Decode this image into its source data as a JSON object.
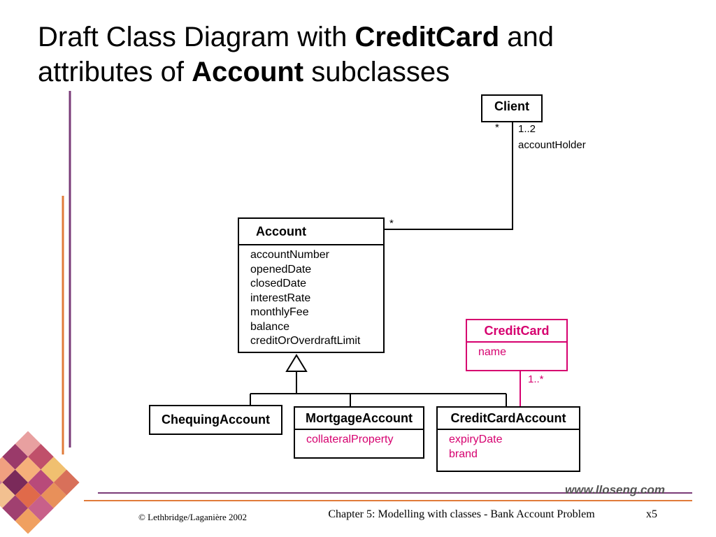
{
  "title": {
    "prefix": "Draft Class Diagram with ",
    "bold1": "CreditCard",
    "mid": " and",
    "line2": "attributes of ",
    "bold2": "Account",
    "suffix": " subclasses"
  },
  "classes": {
    "client": {
      "name": "Client"
    },
    "account": {
      "name": "Account",
      "attributes": [
        "accountNumber",
        "openedDate",
        "closedDate",
        "interestRate",
        "monthlyFee",
        "balance",
        "creditOrOverdraftLimit"
      ]
    },
    "creditcard": {
      "name": "CreditCard",
      "attributes": [
        "name"
      ]
    },
    "chequing": {
      "name": "ChequingAccount"
    },
    "mortgage": {
      "name": "MortgageAccount",
      "attributes": [
        "collateralProperty"
      ]
    },
    "creditcardaccount": {
      "name": "CreditCardAccount",
      "attributes": [
        "expiryDate",
        "brand"
      ]
    }
  },
  "associations": {
    "client_account": {
      "client_end": "*",
      "holder_mult": "1..2",
      "role": "accountHolder",
      "account_end": "*"
    },
    "creditcard_account": {
      "mult": "1..*"
    }
  },
  "colors": {
    "accent": "#d6006f",
    "decor_purple": "#7a3b78",
    "decor_orange": "#e07b39"
  },
  "footer": {
    "copyright": "© Lethbridge/Laganière 2002",
    "chapter": "Chapter 5: Modelling with classes - Bank Account Problem",
    "slide": "x5",
    "website": "www.lloseng.com"
  }
}
